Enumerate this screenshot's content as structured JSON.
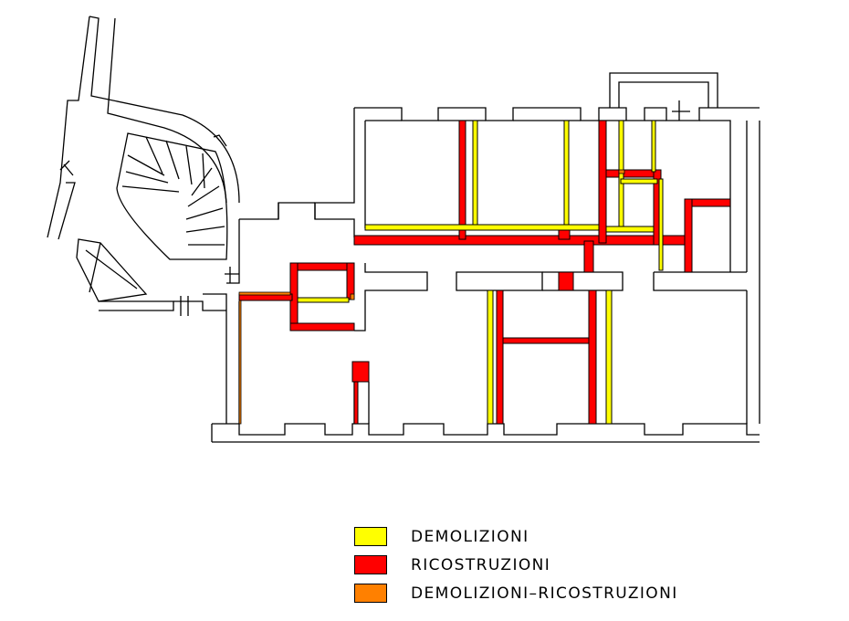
{
  "legend": {
    "items": [
      {
        "label": "DEMOLIZIONI",
        "color": "#ffff00"
      },
      {
        "label": "RICOSTRUZIONI",
        "color": "#ff0000"
      },
      {
        "label": "DEMOLIZIONI–RICOSTRUZIONI",
        "color": "#ff8000"
      }
    ]
  },
  "colors": {
    "walls": "#000000",
    "demolition": "#ffff00",
    "reconstruction": "#ff0000",
    "demolition_reconstruction": "#ff8000",
    "background": "#ffffff"
  }
}
